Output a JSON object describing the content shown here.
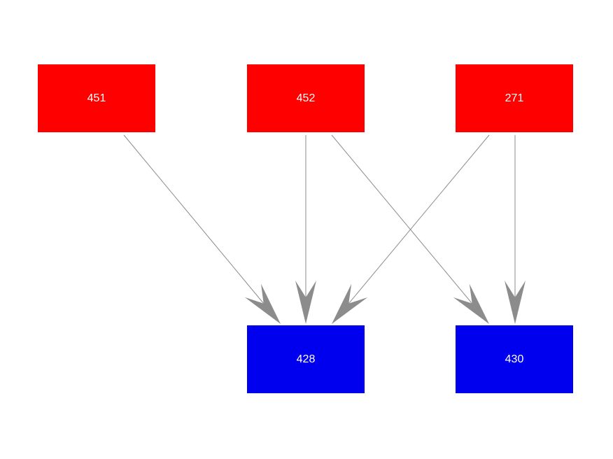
{
  "diagram": {
    "nodes": [
      {
        "id": "n451",
        "label": "451",
        "group": "source"
      },
      {
        "id": "n452",
        "label": "452",
        "group": "source"
      },
      {
        "id": "n271",
        "label": "271",
        "group": "source"
      },
      {
        "id": "n428",
        "label": "428",
        "group": "target"
      },
      {
        "id": "n430",
        "label": "430",
        "group": "target"
      }
    ],
    "edges": [
      {
        "from": "n451",
        "to": "n428"
      },
      {
        "from": "n452",
        "to": "n428"
      },
      {
        "from": "n452",
        "to": "n430"
      },
      {
        "from": "n271",
        "to": "n428"
      },
      {
        "from": "n271",
        "to": "n430"
      }
    ],
    "colors": {
      "source": "#ff0000",
      "target": "#0000ee",
      "edge": "#8c8c8c",
      "label": "#ffffff"
    }
  }
}
